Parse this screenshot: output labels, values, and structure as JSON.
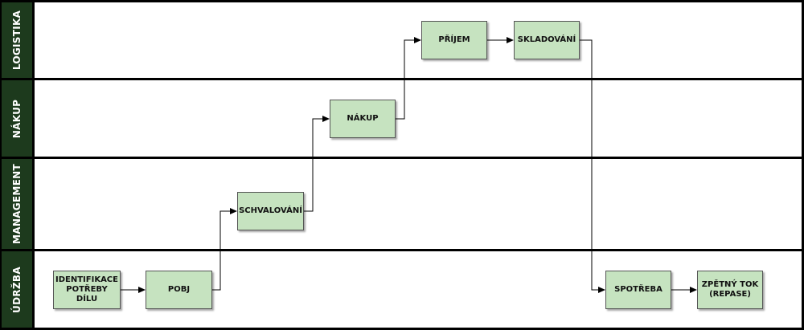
{
  "lanes": [
    {
      "id": "logistika",
      "label": "LOGISTIKA"
    },
    {
      "id": "nakup",
      "label": "NÁKUP"
    },
    {
      "id": "management",
      "label": "MANAGEMENT"
    },
    {
      "id": "udrzba",
      "label": "ÚDRŽBA"
    }
  ],
  "nodes": {
    "identifikace": "IDENTIFIKACE\nPOTŘEBY\nDÍLU",
    "pobj": "POBJ",
    "schvalovani": "SCHVALOVÁNÍ",
    "nakup": "NÁKUP",
    "prijem": "PŘÍJEM",
    "skladovani": "SKLADOVÁNÍ",
    "spotreba": "SPOTŘEBA",
    "zpetny_tok": "ZPĚTNÝ TOK\n(REPASE)"
  },
  "colors": {
    "lane_label_bg": "#1d3a1d",
    "node_fill": "#c6e3c0",
    "connector": "#000000"
  }
}
